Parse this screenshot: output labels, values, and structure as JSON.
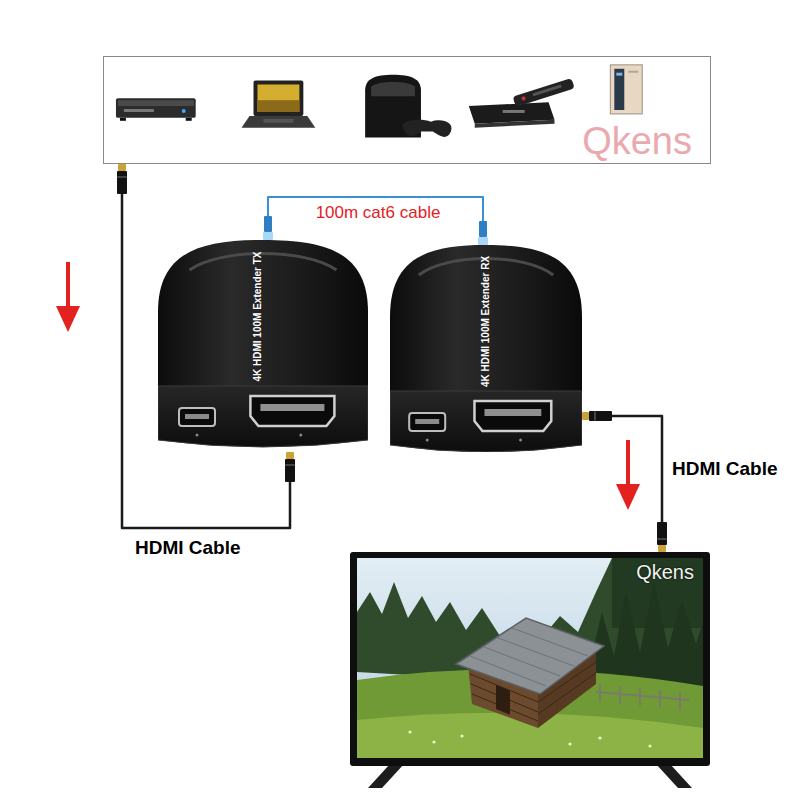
{
  "diagram": {
    "nodes": [
      {
        "text": [
          "Qkens"
        ]
      },
      {
        "text": [
          "4K HDMI 100M Extender TX"
        ]
      },
      {
        "text": [
          "4K HDMI 100M Extender RX"
        ]
      },
      {
        "text": [
          "Qkens"
        ]
      }
    ],
    "edges": [
      {
        "from": 0,
        "to": 1,
        "arrow": "none",
        "label": "HDMI Cable"
      },
      {
        "from": 1,
        "to": 2,
        "arrow": "none",
        "label": "100m cat6 cable"
      },
      {
        "from": 2,
        "to": 3,
        "arrow": "none",
        "label": "HDMI Cable"
      }
    ]
  }
}
